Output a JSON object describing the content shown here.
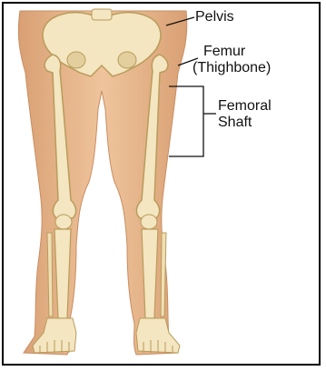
{
  "labels": {
    "pelvis": "Pelvis",
    "femur_line1": "Femur",
    "femur_line2": "(Thighbone)",
    "shaft_line1": "Femoral",
    "shaft_line2": "Shaft"
  },
  "colors": {
    "skin": "#e8b88e",
    "skin_shadow": "#d79e74",
    "bone": "#f3e6c0",
    "bone_outline": "#b99b5c",
    "line": "#111111",
    "border": "#000000"
  }
}
